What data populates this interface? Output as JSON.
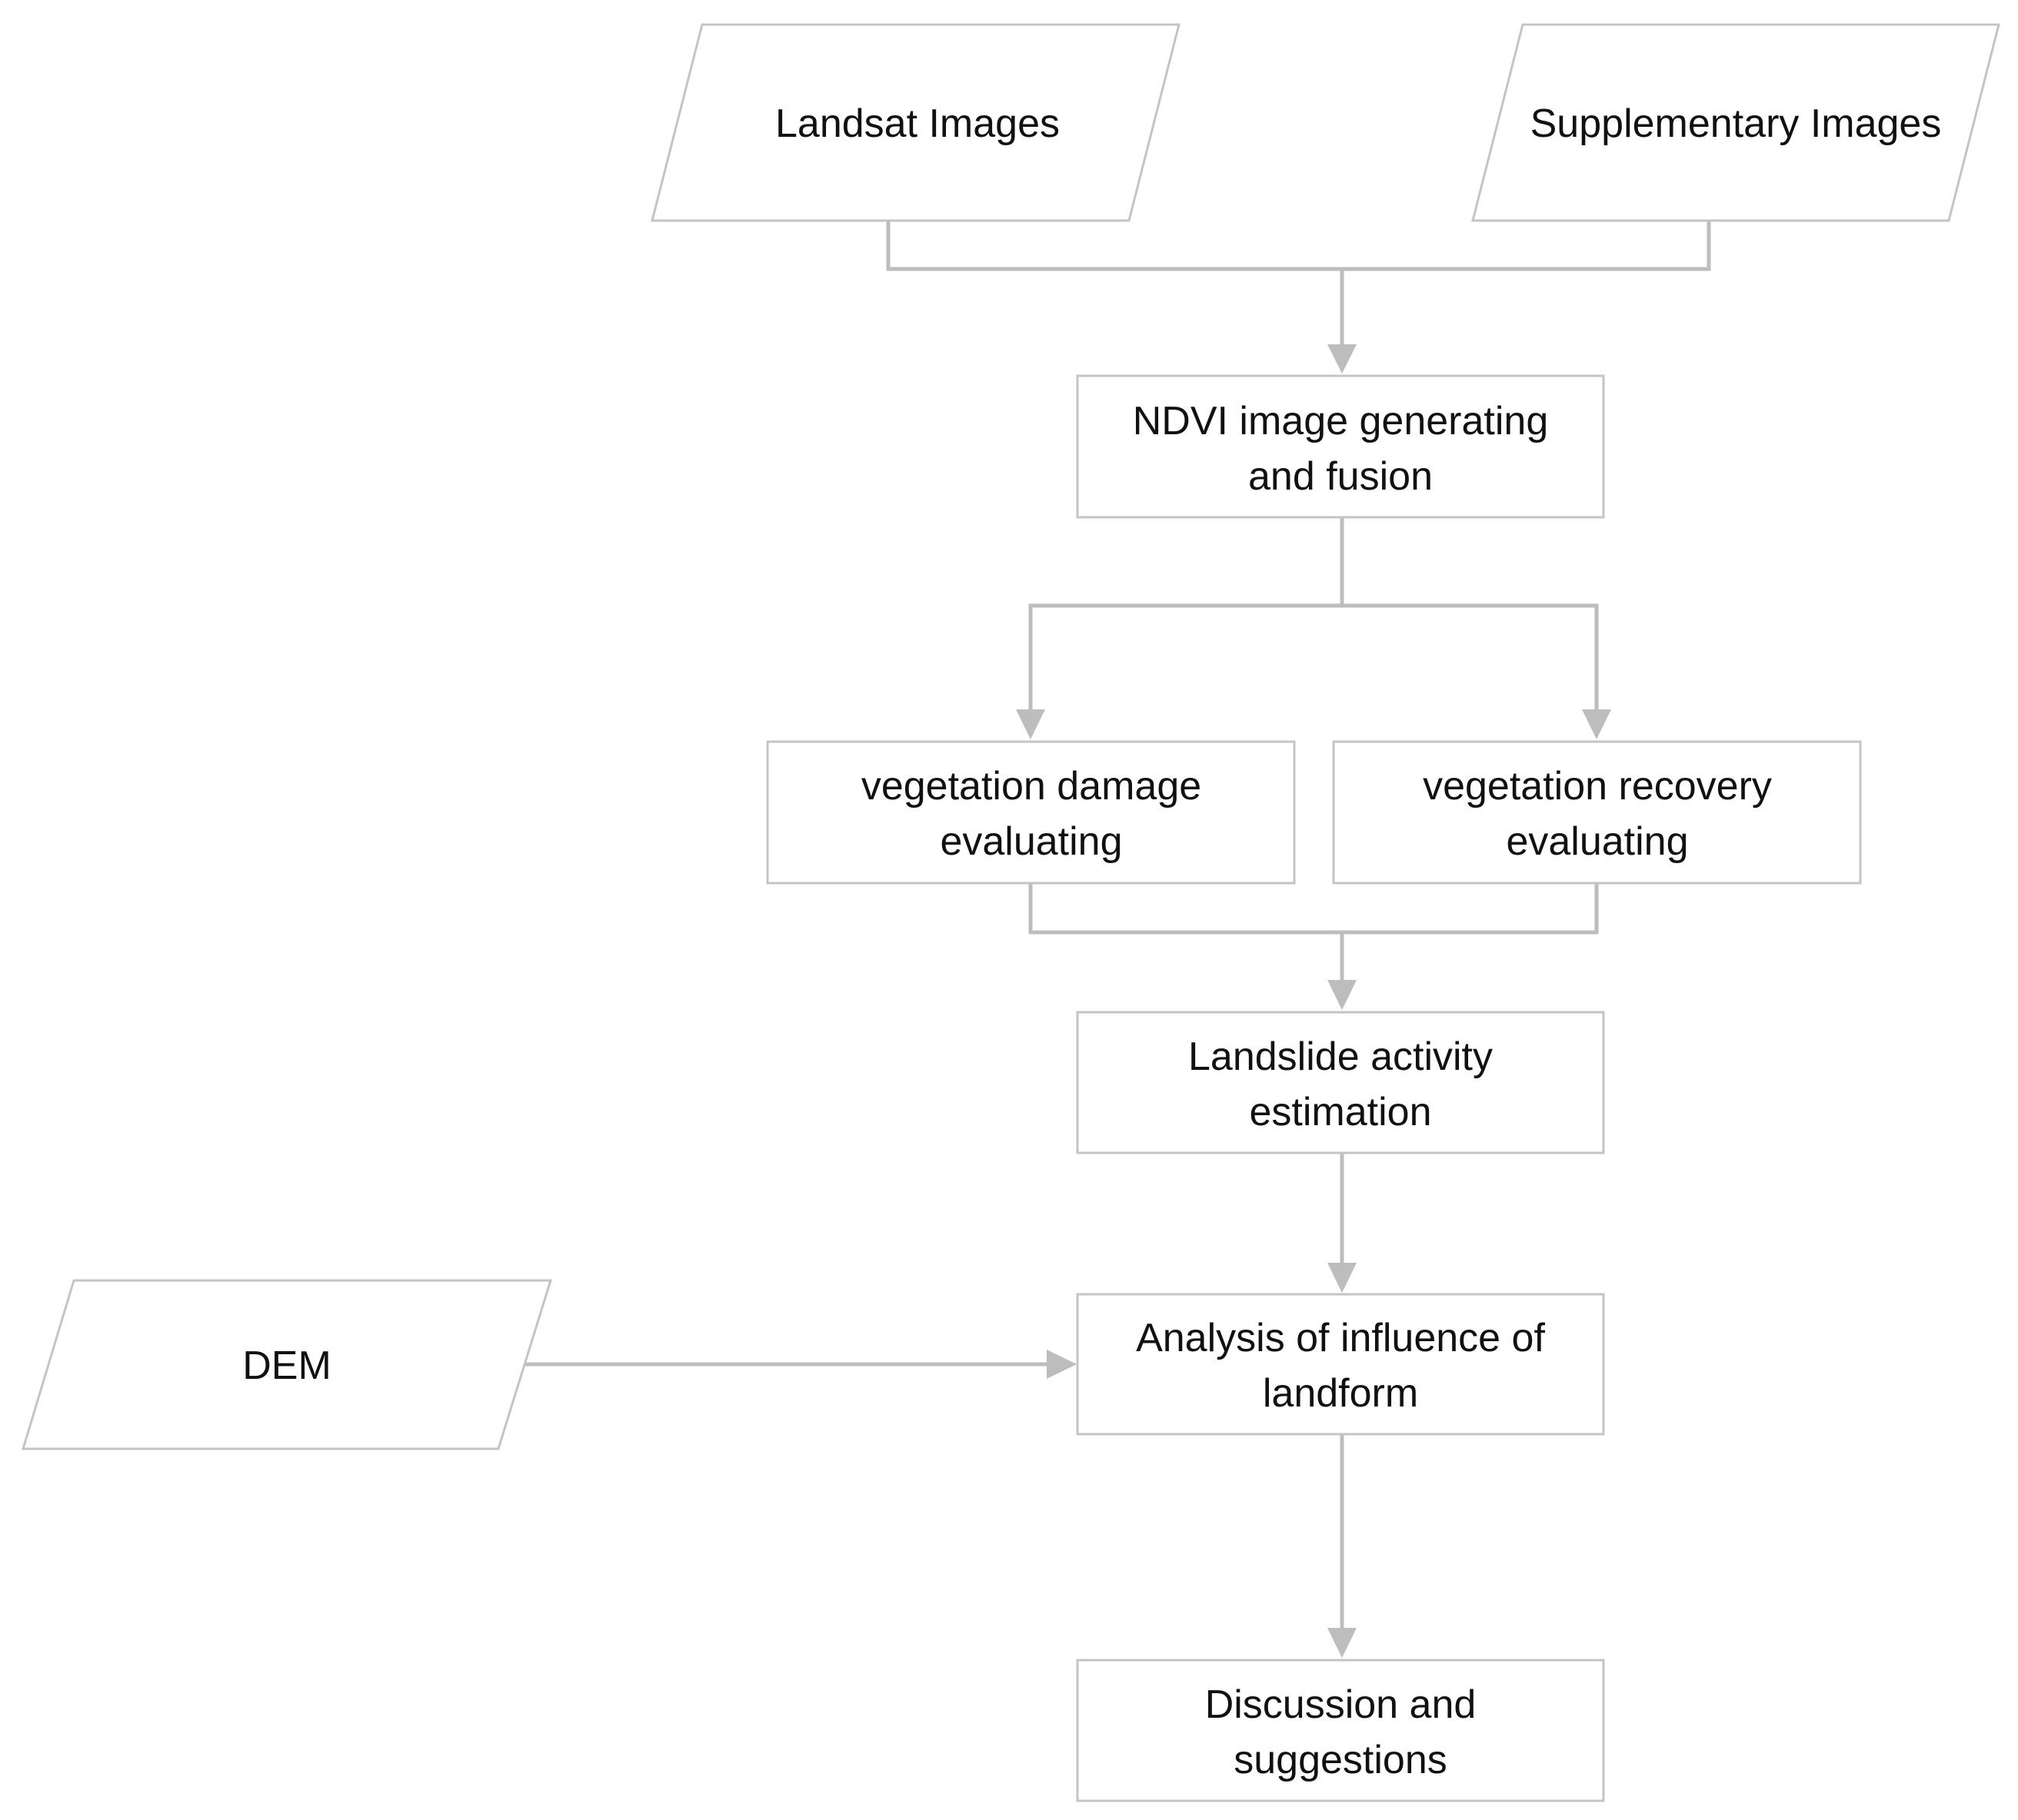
{
  "flowchart": {
    "inputs": {
      "landsat": "Landsat Images",
      "supplementary": "Supplementary Images",
      "dem": "DEM"
    },
    "steps": {
      "ndvi": [
        "NDVI image generating",
        "and fusion"
      ],
      "damage": [
        "vegetation damage",
        "evaluating"
      ],
      "recovery": [
        "vegetation recovery",
        "evaluating"
      ],
      "landslide": [
        "Landslide activity",
        "estimation"
      ],
      "influence": [
        "Analysis of influence of",
        "landform"
      ],
      "discussion": [
        "Discussion and",
        "suggestions"
      ]
    }
  }
}
